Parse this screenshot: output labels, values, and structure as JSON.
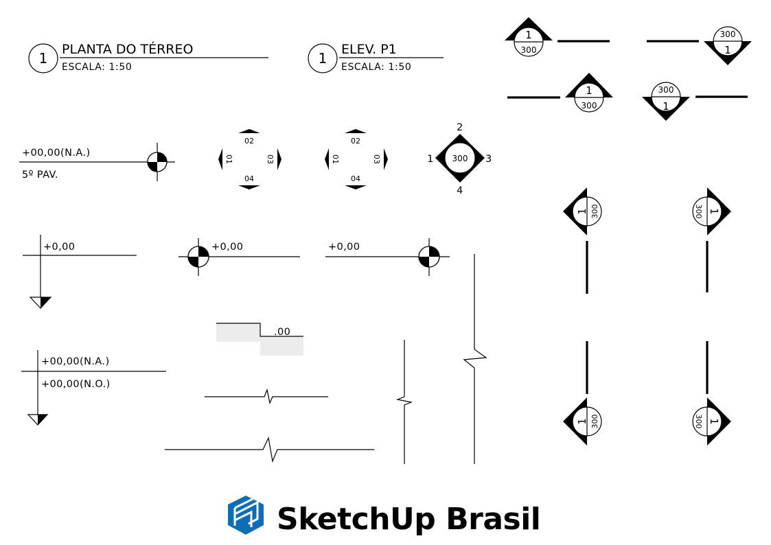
{
  "title_blocks": [
    {
      "number": "1",
      "title": "PLANTA DO TÉRREO",
      "scale": "ESCALA: 1:50"
    },
    {
      "number": "1",
      "title": "ELEV. P1",
      "scale": "ESCALA: 1:50"
    }
  ],
  "section_markers": [
    {
      "top": "1",
      "bottom": "300"
    },
    {
      "top": "300",
      "bottom": "1"
    },
    {
      "top": "1",
      "bottom": "300"
    },
    {
      "top": "300",
      "bottom": "1"
    },
    {
      "left": "1",
      "right": "300"
    },
    {
      "left": "300",
      "right": "1"
    },
    {
      "left": "1",
      "right": "300"
    },
    {
      "left": "300",
      "right": "1"
    }
  ],
  "level_marks": {
    "na_top": "+00,00(N.A.)",
    "floor": "5º PAV.",
    "zero_a": "+0,00",
    "zero_b": "+0,00",
    "zero_c": "+0,00",
    "na": "+00,00(N.A.)",
    "no": "+00,00(N.O.)",
    "step": ".00"
  },
  "elevation_arrows": [
    {
      "top": "02",
      "left": "01",
      "right": "03",
      "bottom": "04"
    },
    {
      "top": "02",
      "left": "01",
      "right": "03",
      "bottom": "04"
    }
  ],
  "diamond_marker": {
    "center": "300",
    "top": "2",
    "left": "1",
    "right": "3",
    "bottom": "4"
  },
  "logo": {
    "brand": "SketchUp Brasil",
    "color": "#0d6eb6",
    "text_color": "#2c2c2c"
  }
}
